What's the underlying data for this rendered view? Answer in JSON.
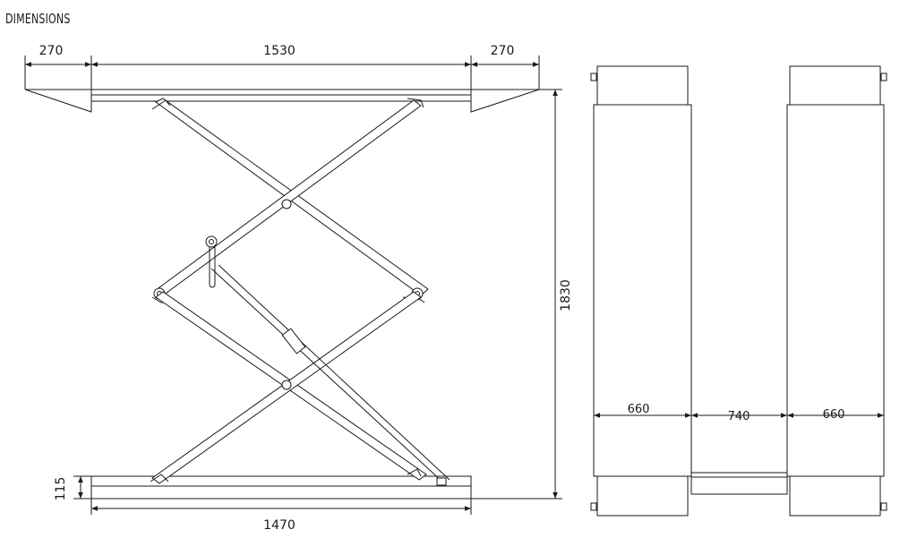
{
  "header": {
    "title": "DIMENSIONS"
  },
  "side_view": {
    "ramp_left": "270",
    "platform_length": "1530",
    "ramp_right": "270",
    "height": "1830",
    "base_height": "115",
    "base_length": "1470"
  },
  "top_view": {
    "left_width": "660",
    "gap": "740",
    "right_width": "660"
  }
}
